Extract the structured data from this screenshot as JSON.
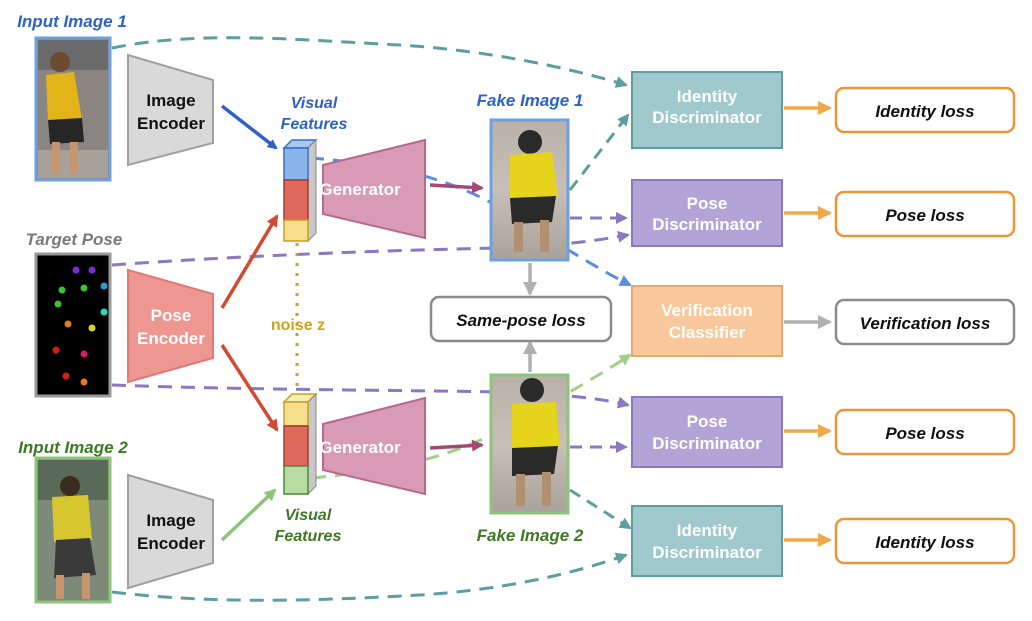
{
  "colors": {
    "blue": "#2f62c8",
    "green": "#3e7a25",
    "gray": "#7a7a7a",
    "teal": "#5c9ea4",
    "purple": "#8a78c3",
    "orange": "#e8963a",
    "red": "#d24a34",
    "gold": "#d4a017",
    "magenta": "#a34a73"
  },
  "labels": {
    "input1": "Input Image 1",
    "input2": "Input Image 2",
    "target_pose": "Target Pose",
    "image_encoder": [
      "Image",
      "Encoder"
    ],
    "pose_encoder": [
      "Pose",
      "Encoder"
    ],
    "visual_features": [
      "Visual",
      "Features"
    ],
    "noise": "noise z",
    "generator": "Generator",
    "fake1": "Fake Image 1",
    "fake2": "Fake Image 2",
    "same_pose_loss": "Same-pose loss",
    "identity_discriminator": [
      "Identity",
      "Discriminator"
    ],
    "pose_discriminator": [
      "Pose",
      "Discriminator"
    ],
    "verification_classifier": [
      "Verification",
      "Classifier"
    ],
    "identity_loss": "Identity loss",
    "pose_loss": "Pose loss",
    "verification_loss": "Verification loss"
  },
  "pose_keypoints": [
    {
      "color": "#7b2cd8"
    },
    {
      "color": "#7b2cd8"
    },
    {
      "color": "#2c9bd8"
    },
    {
      "color": "#3ac23a"
    },
    {
      "color": "#3ac23a"
    },
    {
      "color": "#3ac23a"
    },
    {
      "color": "#e87a1a"
    },
    {
      "color": "#d8d81a"
    },
    {
      "color": "#d81a1a"
    },
    {
      "color": "#d81a6a"
    },
    {
      "color": "#d81a1a"
    },
    {
      "color": "#e87a1a"
    },
    {
      "color": "#2cd8c2"
    }
  ]
}
